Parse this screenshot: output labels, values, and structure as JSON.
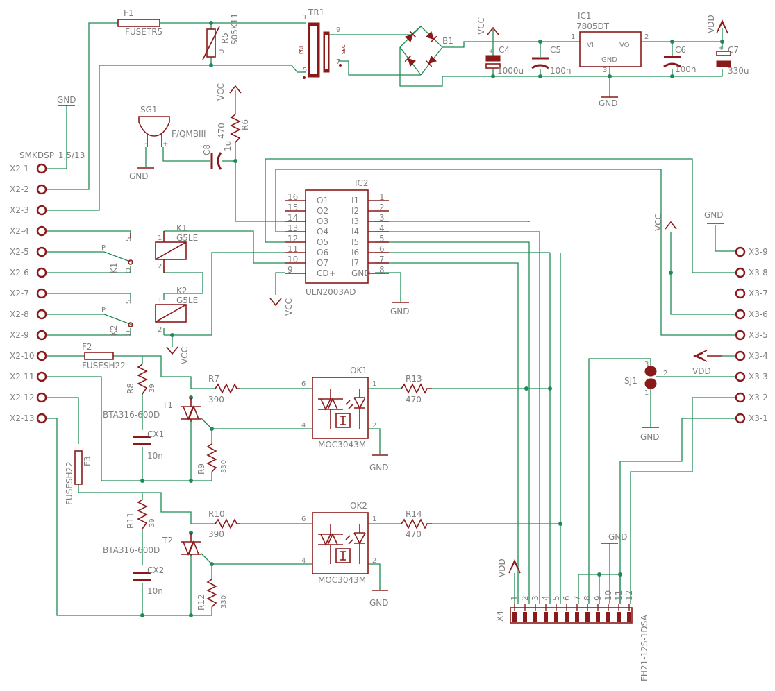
{
  "colors": {
    "wire": "#1f8a55",
    "part": "#8a1a1a",
    "text": "#7f7f7f",
    "background": "#ffffff"
  },
  "x2_pins": [
    "X2-1",
    "X2-2",
    "X2-3",
    "X2-4",
    "X2-5",
    "X2-6",
    "X2-7",
    "X2-8",
    "X2-9",
    "X2-10",
    "X2-11",
    "X2-12",
    "X2-13"
  ],
  "x3_pins": [
    "X3-9",
    "X3-8",
    "X3-7",
    "X3-6",
    "X3-5",
    "X3-4",
    "X3-3",
    "X3-2",
    "X3-1"
  ],
  "x2_value": "SMKDSP_1,5/13",
  "gnd": "GND",
  "vcc": "VCC",
  "vdd": "VDD",
  "f1": {
    "name": "F1",
    "value": "FUSETR5"
  },
  "r5": {
    "name": "R5",
    "value": "S05K11",
    "sym": "U"
  },
  "tr1": {
    "name": "TR1",
    "pri": "PRI",
    "sec": "SEC",
    "p1": "1",
    "p5": "5",
    "p9": "9",
    "p7": "7"
  },
  "b1": {
    "name": "B1"
  },
  "c4": {
    "name": "C4",
    "value": "1000u"
  },
  "c5": {
    "name": "C5",
    "value": "100n"
  },
  "ic1": {
    "name": "IC1",
    "value": "7805DT",
    "vi": "VI",
    "vo": "VO",
    "gnd": "GND",
    "p1": "1",
    "p2": "2",
    "p3": "3"
  },
  "c6": {
    "name": "C6",
    "value": "100n"
  },
  "c7": {
    "name": "C7",
    "value": "330u"
  },
  "sg1": {
    "name": "SG1",
    "value": "F/QMBIII"
  },
  "c8": {
    "name": "C8",
    "value": "1u"
  },
  "r6": {
    "name": "R6",
    "value": "470"
  },
  "ic2": {
    "name": "IC2",
    "value": "ULN2003AD",
    "left_pins": [
      {
        "num": "16",
        "name": "O1"
      },
      {
        "num": "15",
        "name": "O2"
      },
      {
        "num": "14",
        "name": "O3"
      },
      {
        "num": "13",
        "name": "O4"
      },
      {
        "num": "12",
        "name": "O5"
      },
      {
        "num": "11",
        "name": "O6"
      },
      {
        "num": "10",
        "name": "O7"
      },
      {
        "num": "9",
        "name": "CD+"
      }
    ],
    "right_pins": [
      {
        "num": "1",
        "name": "I1"
      },
      {
        "num": "2",
        "name": "I2"
      },
      {
        "num": "3",
        "name": "I3"
      },
      {
        "num": "4",
        "name": "I4"
      },
      {
        "num": "5",
        "name": "I5"
      },
      {
        "num": "6",
        "name": "I6"
      },
      {
        "num": "7",
        "name": "I7"
      },
      {
        "num": "8",
        "name": "GND"
      }
    ]
  },
  "k1": {
    "name": "K1",
    "value": "G5LE"
  },
  "k2": {
    "name": "K2",
    "value": "G5LE"
  },
  "relay_contacts": {
    "p": "P",
    "s": "S",
    "o": "O"
  },
  "coil_pins": {
    "p1": "1",
    "p2": "2"
  },
  "f2": {
    "name": "F2",
    "value": "FUSESH22"
  },
  "f3": {
    "name": "F3",
    "value": "FUSESH22"
  },
  "r8": {
    "name": "R8",
    "value": "39"
  },
  "r11": {
    "name": "R11",
    "value": "39"
  },
  "t1": {
    "name": "T1",
    "value": "BTA316-600D"
  },
  "t2": {
    "name": "T2",
    "value": "BTA316-600D"
  },
  "cx1": {
    "name": "CX1",
    "value": "10n"
  },
  "cx2": {
    "name": "CX2",
    "value": "10n"
  },
  "r7": {
    "name": "R7",
    "value": "390"
  },
  "r10": {
    "name": "R10",
    "value": "390"
  },
  "r9": {
    "name": "R9",
    "value": "330"
  },
  "r12": {
    "name": "R12",
    "value": "330"
  },
  "ok1": {
    "name": "OK1",
    "value": "MOC3043M",
    "p6": "6",
    "p4": "4",
    "p1": "1",
    "p2": "2"
  },
  "ok2": {
    "name": "OK2",
    "value": "MOC3043M",
    "p6": "6",
    "p4": "4",
    "p1": "1",
    "p2": "2"
  },
  "r13": {
    "name": "R13",
    "value": "470"
  },
  "r14": {
    "name": "R14",
    "value": "470"
  },
  "sj1": {
    "name": "SJ1",
    "p1": "1",
    "p2": "2",
    "p3": "3"
  },
  "x4": {
    "name": "X4",
    "value": "FH21-12S-1DSA",
    "pins": [
      "1",
      "2",
      "3",
      "4",
      "5",
      "6",
      "7",
      "8",
      "9",
      "10",
      "11",
      "12"
    ]
  }
}
